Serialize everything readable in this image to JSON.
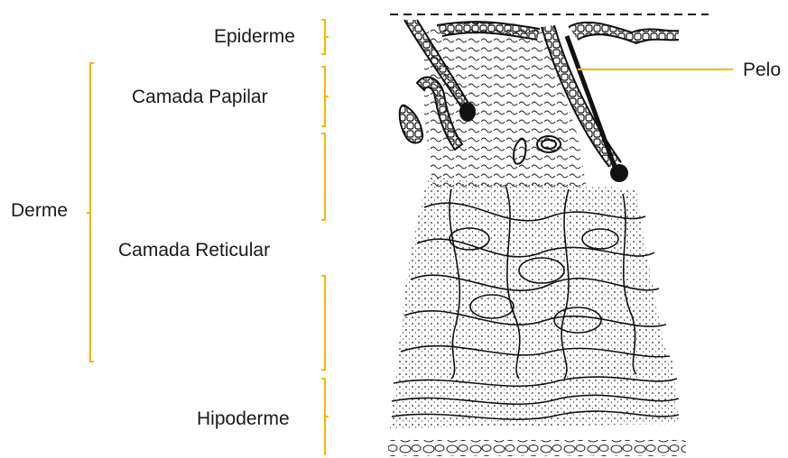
{
  "labels": {
    "epiderme": "Epiderme",
    "camada_papilar": "Camada Papilar",
    "derme": "Derme",
    "camada_reticular": "Camada Reticular",
    "hipoderme": "Hipoderme",
    "pelo": "Pelo"
  },
  "colors": {
    "bracket": "#f2b705",
    "ink": "#111111",
    "paper": "#ffffff"
  }
}
